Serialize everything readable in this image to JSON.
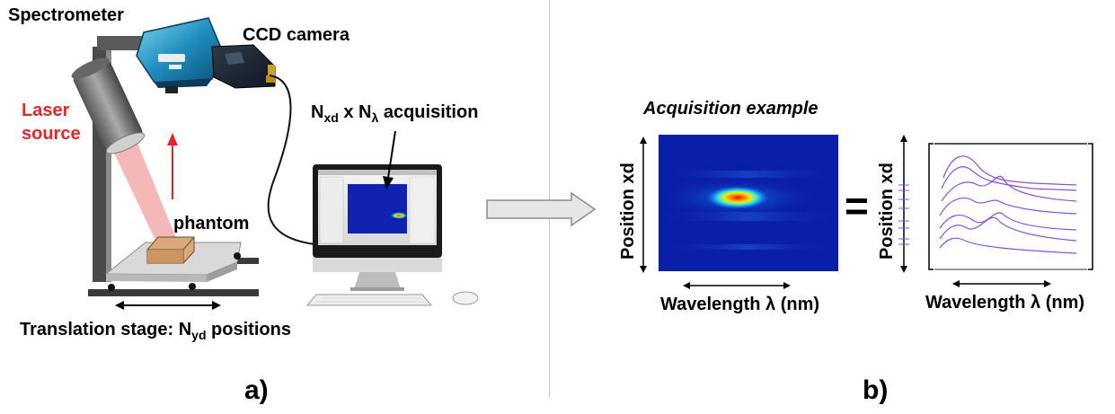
{
  "panel_a": {
    "spectrometer_label": "Spectrometer",
    "ccd_camera_label": "CCD camera",
    "laser_source_line1": "Laser",
    "laser_source_line2": "source",
    "phantom_label": "phantom",
    "acquisition_N": "N",
    "acquisition_sub1": "xd",
    "acquisition_x": " x N",
    "acquisition_sub2": "λ",
    "acquisition_rest": " acquisition",
    "stage_prefix": "Translation stage: N",
    "stage_sub": "yd",
    "stage_suffix": " positions",
    "caption": "a)"
  },
  "panel_b": {
    "title": "Acquisition example",
    "heatmap_ylabel": "Position xd",
    "heatmap_xlabel": "Wavelength λ (nm)",
    "equals_sign": "=",
    "spectra_ylabel": "Position xd",
    "spectra_xlabel": "Wavelength λ (nm)",
    "caption": "b)"
  },
  "colors": {
    "laser_text": "#e3262a",
    "spectrum_line": "#8a4fd6",
    "heatmap_background": "#0a1fa8",
    "heatmap_hotspot": "#e01010"
  }
}
